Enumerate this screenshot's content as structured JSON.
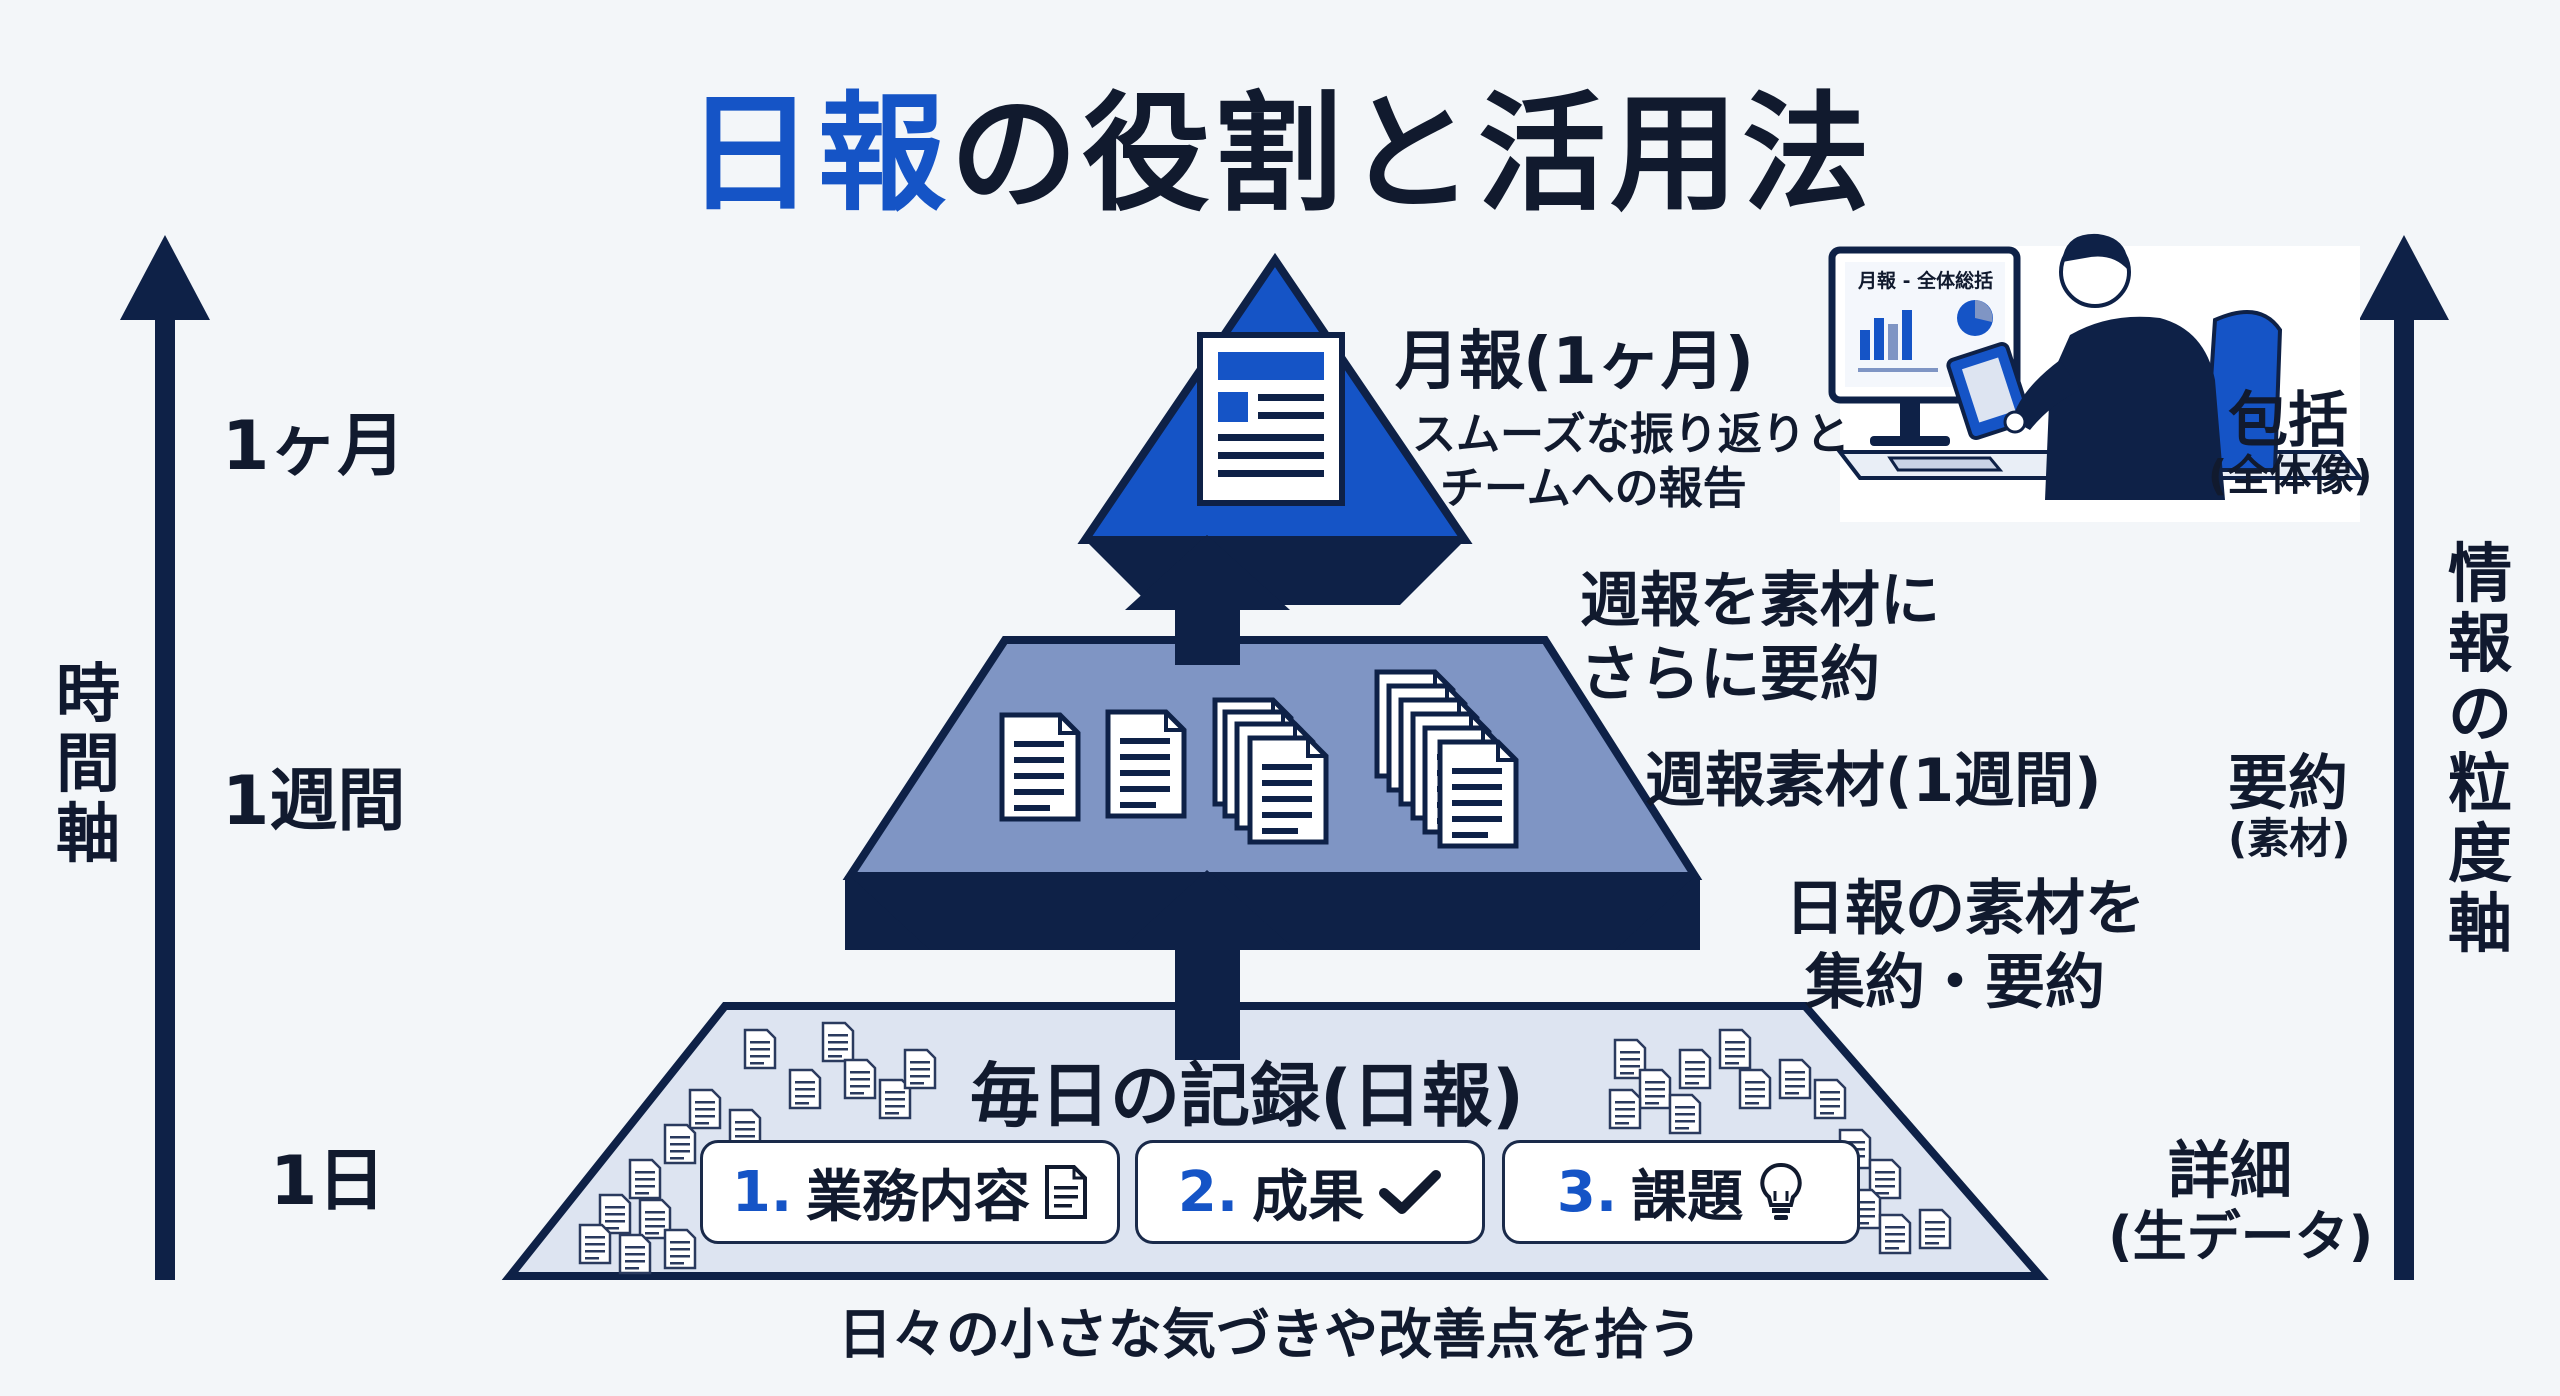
{
  "title": {
    "highlight": "日報",
    "rest": "の役割と活用法"
  },
  "time_axis": {
    "label": "時間軸",
    "levels": [
      "1ヶ月",
      "1週間",
      "1日"
    ]
  },
  "granularity_axis": {
    "label": "情報の粒度軸",
    "levels": [
      {
        "main": "包括",
        "sub": "(全体像)"
      },
      {
        "main": "要約",
        "sub": "(素材)"
      },
      {
        "main": "詳細",
        "sub": "(生データ)"
      }
    ]
  },
  "monthly": {
    "heading": "月報(1ヶ月)",
    "desc_line1": "スムーズな振り返りと",
    "desc_line2": "チームへの報告",
    "screen_title": "月報 - 全体総括"
  },
  "step_weekly_to_monthly": {
    "line1": "週報を素材に",
    "line2": "さらに要約"
  },
  "weekly": {
    "heading": "週報素材(1週間)"
  },
  "step_daily_to_weekly": {
    "line1": "日報の素材を",
    "line2": "集約・要約"
  },
  "daily": {
    "heading": "毎日の記録(日報)",
    "items": [
      {
        "num": "1.",
        "label": "業務内容",
        "icon": "document-icon"
      },
      {
        "num": "2.",
        "label": "成果",
        "icon": "check-icon"
      },
      {
        "num": "3.",
        "label": "課題",
        "icon": "lightbulb-icon"
      }
    ],
    "caption": "日々の小さな気づきや改善点を拾う"
  },
  "colors": {
    "navy": "#0e2147",
    "blue": "#1554c6",
    "mid_blue": "#7f95c4",
    "pale_blue": "#dde4f1",
    "text": "#111a2e"
  }
}
